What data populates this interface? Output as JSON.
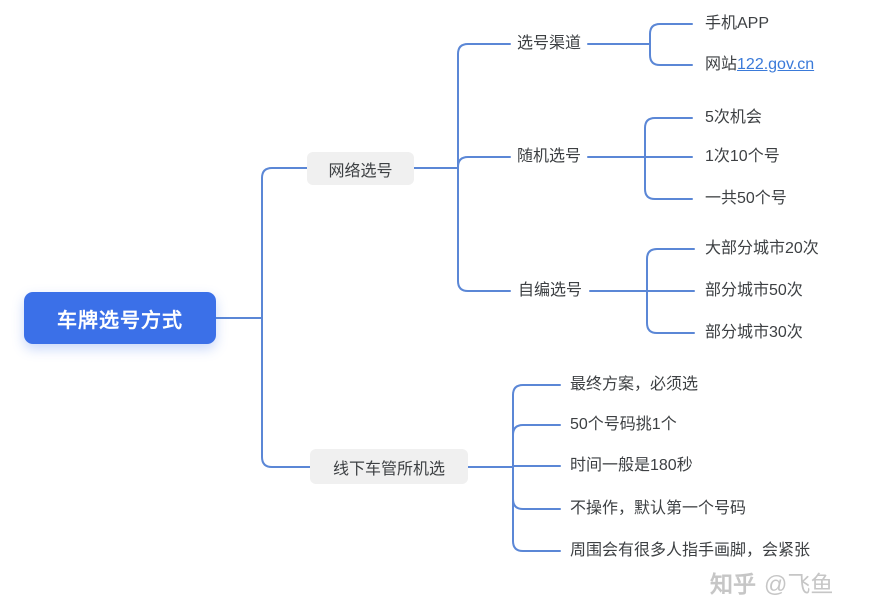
{
  "root": {
    "label": "车牌选号方式"
  },
  "branches": [
    {
      "label": "网络选号",
      "children": [
        {
          "label": "选号渠道",
          "children": [
            {
              "label": "手机APP"
            },
            {
              "prefix": "网站",
              "link": "122.gov.cn"
            }
          ]
        },
        {
          "label": "随机选号",
          "children": [
            {
              "label": "5次机会"
            },
            {
              "label": "1次10个号"
            },
            {
              "label": "一共50个号"
            }
          ]
        },
        {
          "label": "自编选号",
          "children": [
            {
              "label": "大部分城市20次"
            },
            {
              "label": "部分城市50次"
            },
            {
              "label": "部分城市30次"
            }
          ]
        }
      ]
    },
    {
      "label": "线下车管所机选",
      "children": [
        {
          "label": "最终方案，必须选"
        },
        {
          "label": "50个号码挑1个"
        },
        {
          "label": "时间一般是180秒"
        },
        {
          "label": "不操作，默认第一个号码"
        },
        {
          "label": "周围会有很多人指手画脚，会紧张"
        }
      ]
    }
  ],
  "watermark": {
    "brand": "知乎",
    "user": "@飞鱼"
  },
  "colors": {
    "root_bg": "#3b70e8",
    "root_text": "#ffffff",
    "branch_bg": "#f0f0f0",
    "text": "#3d4043",
    "line": "#5b87d6",
    "link": "#3a7ad9",
    "watermark": "#c6c6c6"
  }
}
